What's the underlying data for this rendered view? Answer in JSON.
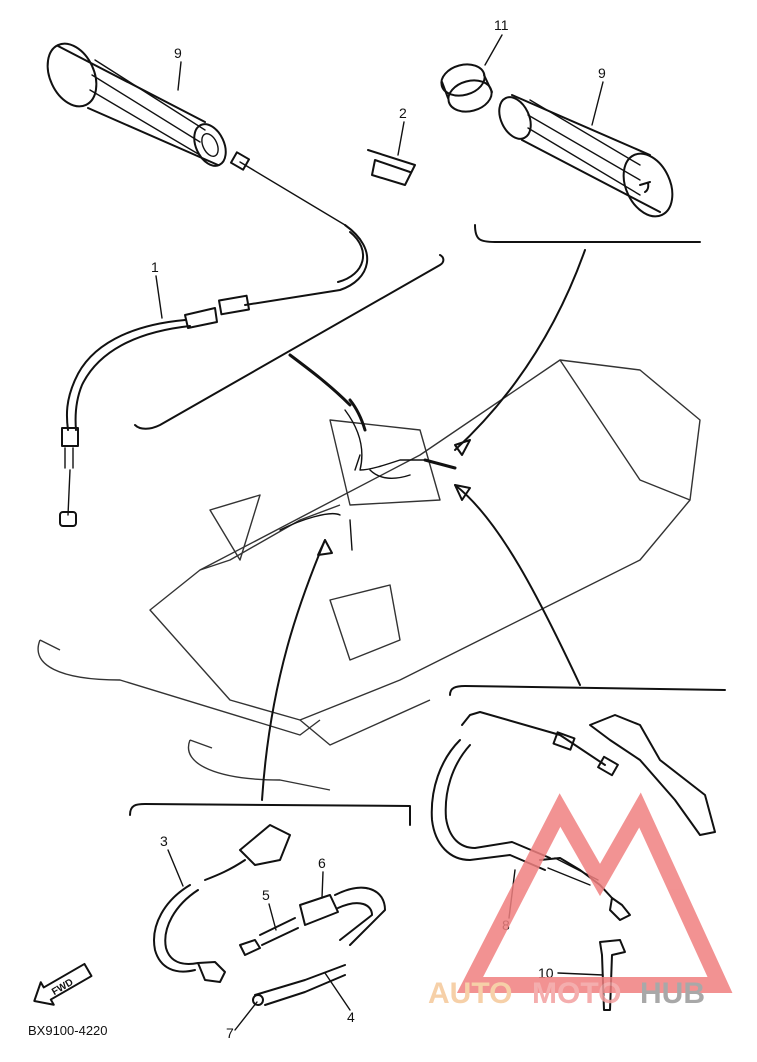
{
  "diagram": {
    "code": "BX9100-4220",
    "fwd_label": "FWD",
    "part_numbers": {
      "p1": "1",
      "p2": "2",
      "p3": "3",
      "p4": "4",
      "p5": "5",
      "p6": "6",
      "p7": "7",
      "p8": "8",
      "p9_left": "9",
      "p9_right": "9",
      "p10": "10",
      "p11": "11"
    }
  },
  "watermark": {
    "text_a": "AUTO",
    "text_b": "MOTO",
    "text_c": "HUB",
    "color_a": "#f5c89a",
    "color_b": "#f3a0a0",
    "color_c": "#9a9a9a",
    "triangle_color": "#f08080"
  }
}
